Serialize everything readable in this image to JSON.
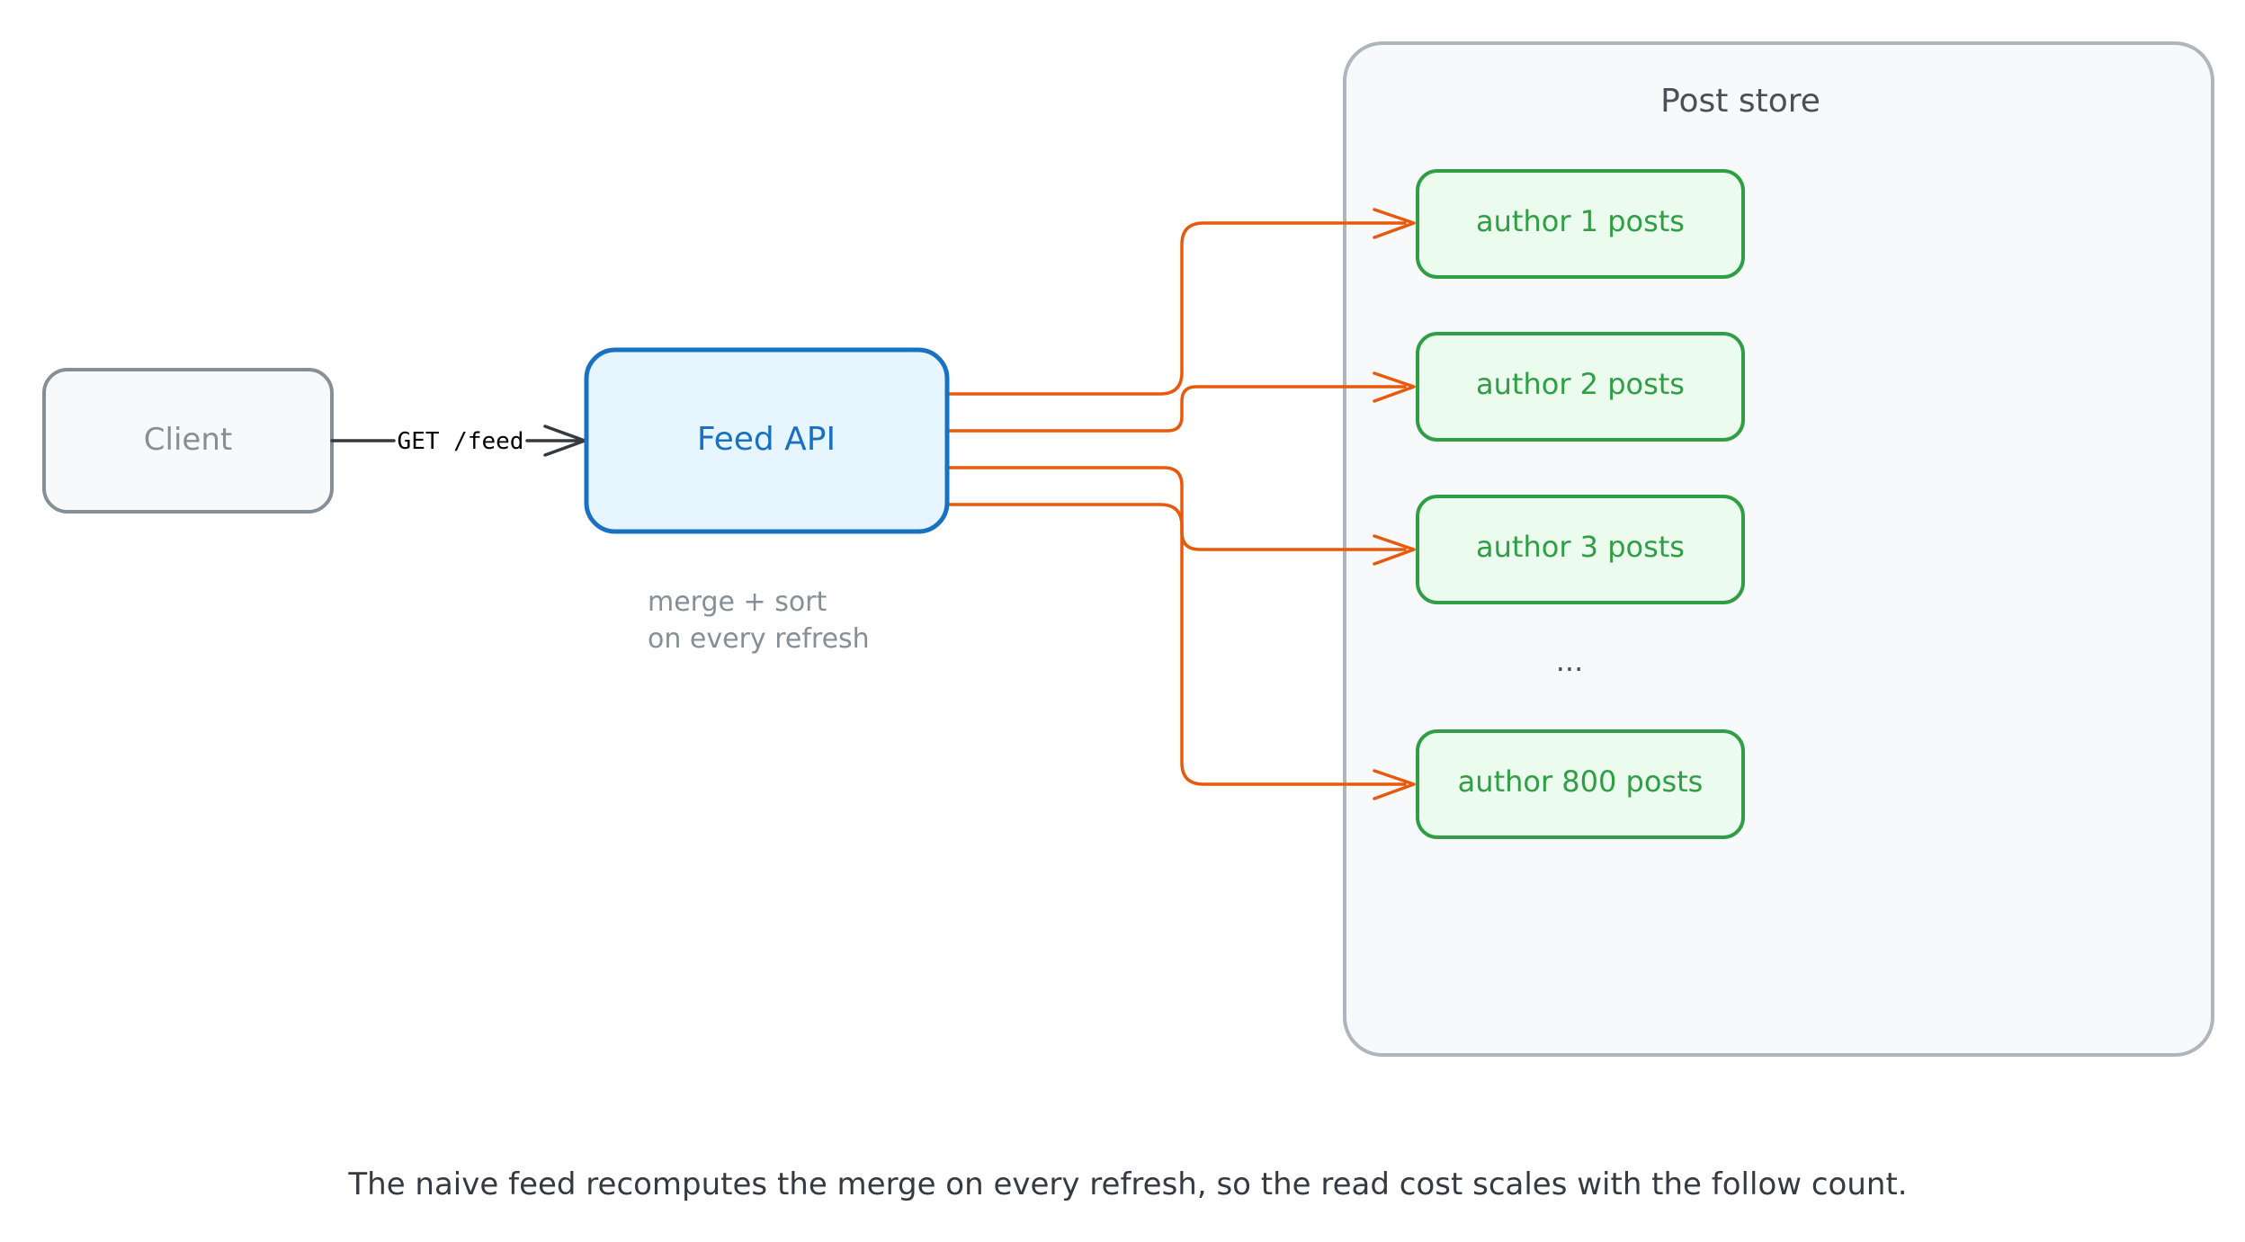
{
  "colors": {
    "client_stroke": "#868e96",
    "client_fill": "#f8f9fa",
    "client_text": "#868e96",
    "api_stroke": "#1971c2",
    "api_fill": "#e7f5ff",
    "api_text": "#1971c2",
    "store_stroke": "#adb5bd",
    "store_fill": "#f8f9fa",
    "store_text": "#495057",
    "author_stroke": "#2f9e44",
    "author_fill": "#ebfbee",
    "author_text": "#2f9e44",
    "arrow_orange": "#e8590c",
    "arrow_dark": "#343a40",
    "note_text": "#868e96",
    "caption_text": "#343a40"
  },
  "client": {
    "label": "Client"
  },
  "request": {
    "label": "GET /feed"
  },
  "feed_api": {
    "label": "Feed API",
    "note_lines": [
      "merge + sort",
      "on every refresh"
    ]
  },
  "post_store": {
    "title": "Post store",
    "authors": [
      "author 1 posts",
      "author 2 posts",
      "author 3 posts",
      "author 800 posts"
    ],
    "ellipsis": "..."
  },
  "caption": "The naive feed recomputes the merge on every refresh, so the read cost scales with the follow count."
}
